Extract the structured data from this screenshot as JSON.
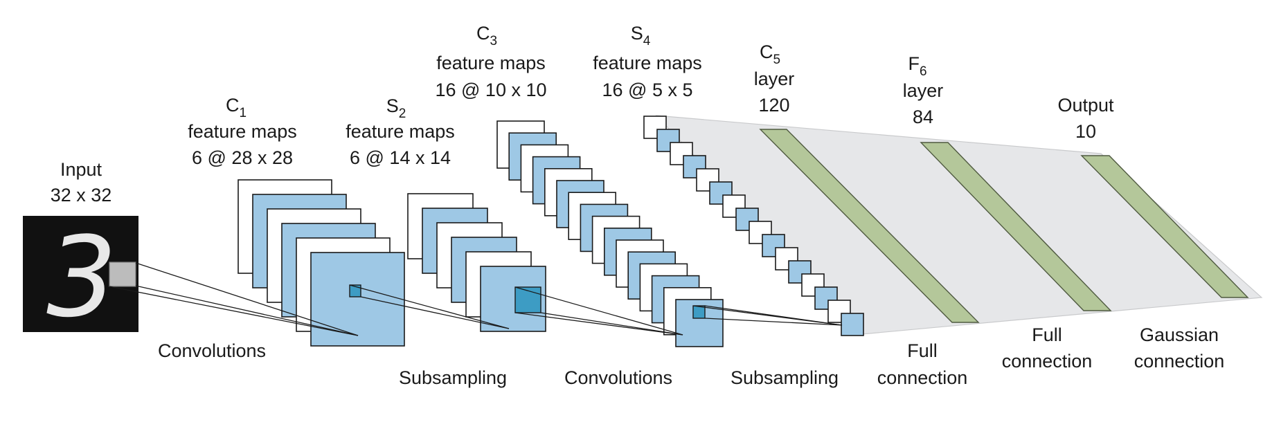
{
  "colors": {
    "map_fill": "#9ec8e5",
    "map_light": "#ffffff",
    "kernel_fill": "#3d9cc4",
    "dense_fill": "#b4c79a",
    "funnel_fill": "#e6e7e9",
    "stroke": "#1a1a1a",
    "input_bg": "#111111",
    "input_patch": "#bcbcbc"
  },
  "input": {
    "name": "Input",
    "size": "32 x 32",
    "glyph": "3"
  },
  "c1": {
    "letter": "C",
    "sub": "1",
    "line2": "feature maps",
    "line3": "6 @ 28 x 28"
  },
  "s2": {
    "letter": "S",
    "sub": "2",
    "line2": "feature maps",
    "line3": "6 @ 14 x 14"
  },
  "c3": {
    "letter": "C",
    "sub": "3",
    "line2": "feature maps",
    "line3": "16 @ 10 x 10"
  },
  "s4": {
    "letter": "S",
    "sub": "4",
    "line2": "feature maps",
    "line3": "16 @ 5 x 5"
  },
  "c5": {
    "letter": "C",
    "sub": "5",
    "line2": "layer",
    "line3": "120"
  },
  "f6": {
    "letter": "F",
    "sub": "6",
    "line2": "layer",
    "line3": "84"
  },
  "output": {
    "line1": "Output",
    "line2": "10"
  },
  "operations": {
    "conv1": "Convolutions",
    "sub1": "Subsampling",
    "conv2": "Convolutions",
    "sub2": "Subsampling",
    "full1_l1": "Full",
    "full1_l2": "connection",
    "full2_l1": "Full",
    "full2_l2": "connection",
    "gauss_l1": "Gaussian",
    "gauss_l2": "connection"
  }
}
